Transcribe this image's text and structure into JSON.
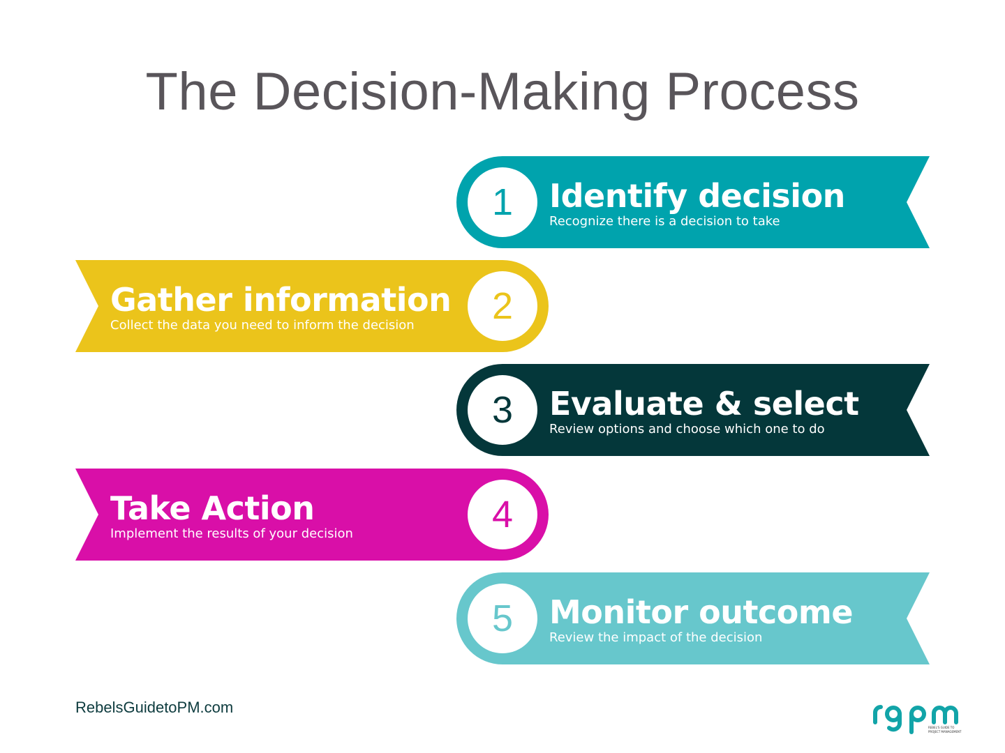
{
  "title": "The Decision-Making Process",
  "steps": [
    {
      "number": "1",
      "heading": "Identify decision",
      "subtitle": "Recognize there is a decision to take",
      "color": "#00a3ad"
    },
    {
      "number": "2",
      "heading": "Gather information",
      "subtitle": "Collect the data you need to inform the decision",
      "color": "#ebc41b"
    },
    {
      "number": "3",
      "heading": "Evaluate & select",
      "subtitle": "Review options and choose which one to do",
      "color": "#04373a"
    },
    {
      "number": "4",
      "heading": "Take Action",
      "subtitle": "Implement the results of your decision",
      "color": "#d90fa8"
    },
    {
      "number": "5",
      "heading": "Monitor outcome",
      "subtitle": "Review the impact of the decision",
      "color": "#67c7cc"
    }
  ],
  "footer": {
    "website": "RebelsGuidetoPM.com"
  },
  "logo": {
    "text": "rgpm",
    "tagline": "REBEL'S GUIDE TO PROJECT MANAGEMENT",
    "color": "#12a4a8"
  }
}
